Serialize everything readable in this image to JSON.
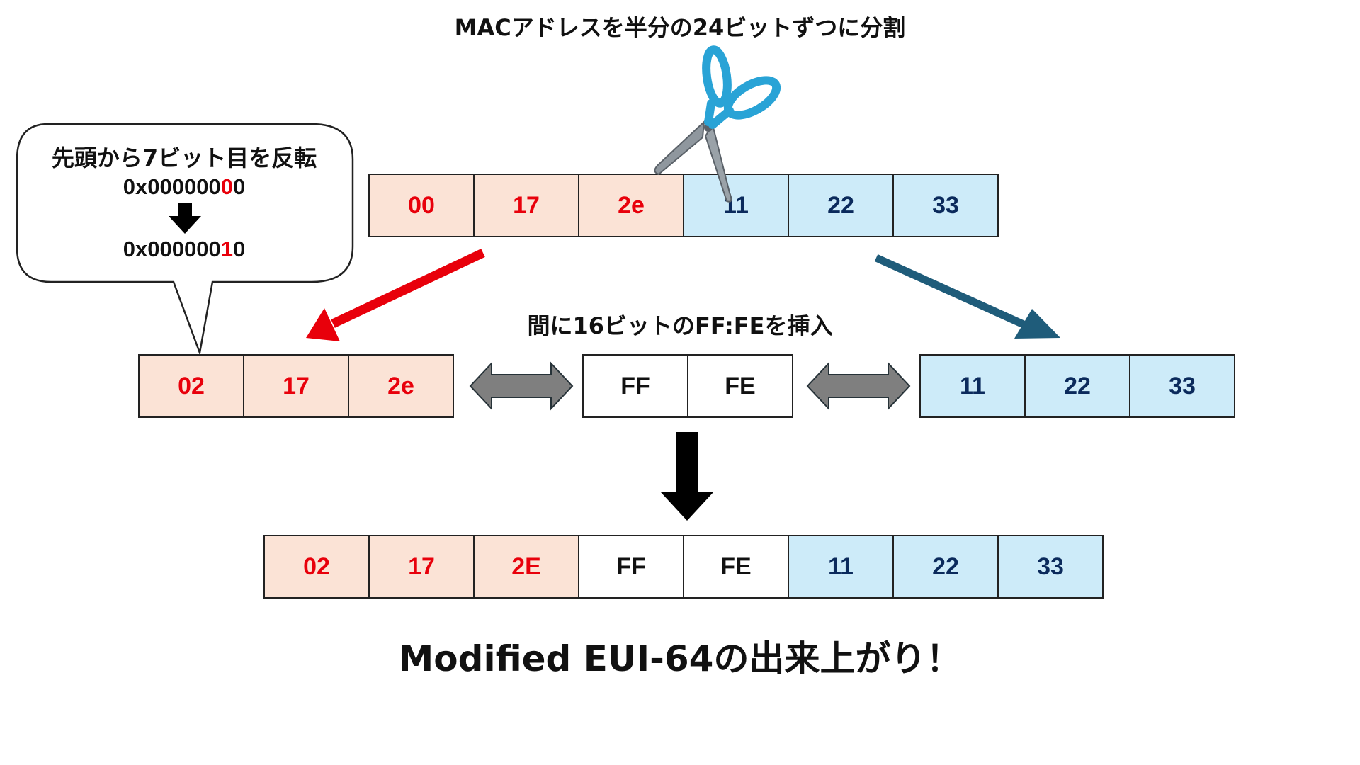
{
  "top_caption": "MACアドレスを半分の24ビットずつに分割",
  "callout": {
    "title": "先頭から7ビット目を反転",
    "before_prefix": "0x000000",
    "before_flip": "0",
    "before_suffix": "0",
    "after_prefix": "0x000000",
    "after_flip": "1",
    "after_suffix": "0"
  },
  "mac_row": [
    "00",
    "17",
    "2e",
    "11",
    "22",
    "33"
  ],
  "insert_caption": "間に16ビットのFF:FEを挿入",
  "left_part": [
    "02",
    "17",
    "2e"
  ],
  "middle_part": [
    "FF",
    "FE"
  ],
  "right_part": [
    "11",
    "22",
    "33"
  ],
  "result_row": [
    "02",
    "17",
    "2E",
    "FF",
    "FE",
    "11",
    "22",
    "33"
  ],
  "bottom_caption": "Modified EUI-64の出来上がり！",
  "colors": {
    "first_half_fill": "#fbe3d6",
    "first_half_text": "#e8000b",
    "second_half_fill": "#cdebf9",
    "second_half_text": "#0b2a5c",
    "left_arrow": "#e8000b",
    "right_arrow": "#1f5c7a",
    "swap_arrows": "#7f7f7f",
    "scissors_handle": "#29a3d6",
    "scissors_blade": "#8f979e"
  }
}
